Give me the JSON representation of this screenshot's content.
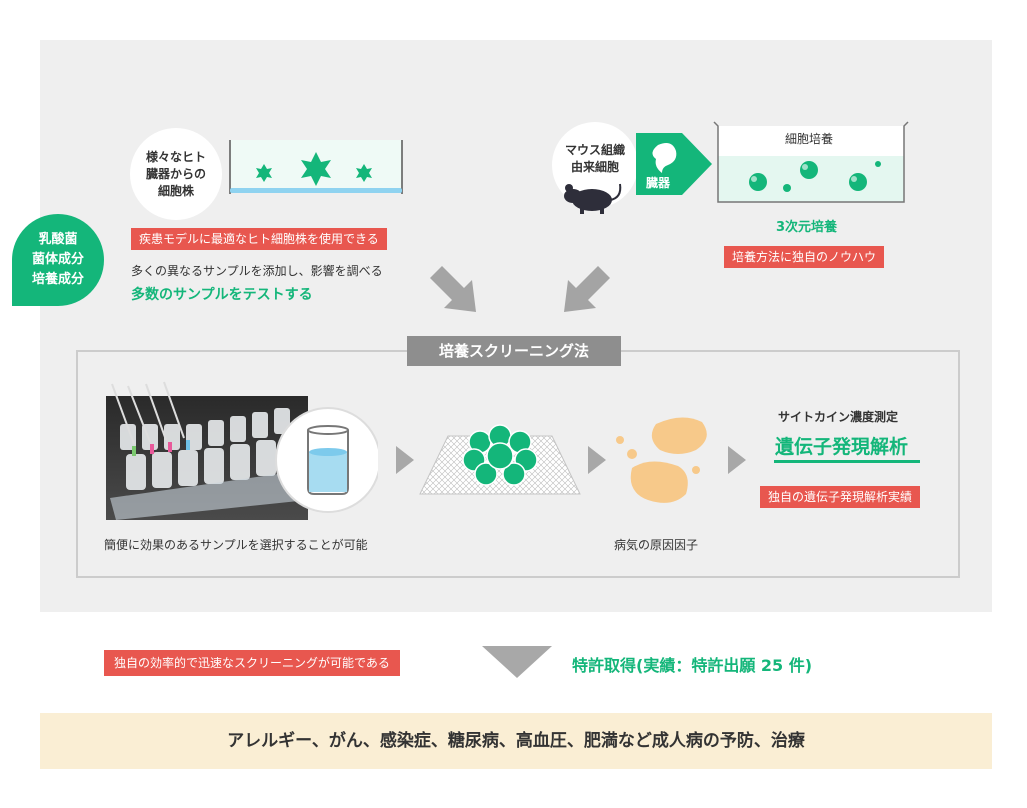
{
  "colors": {
    "accent_green": "#14b67a",
    "label_red": "#e8574f",
    "panel_gray": "#efefef",
    "bottom_beige": "#faeed4"
  },
  "top_left": {
    "circle_lines": [
      "様々なヒト",
      "臓器からの",
      "細胞株"
    ],
    "label": "疾患モデルに最適なヒト細胞株を使用できる",
    "desc": "多くの異なるサンプルを添加し、影響を調べる",
    "highlight": "多数のサンプルをテストする"
  },
  "bubble_lines": [
    "乳酸菌",
    "菌体成分",
    "培養成分"
  ],
  "top_right": {
    "circle_lines": [
      "マウス組織",
      "由来細胞"
    ],
    "arrow_text": "臓器",
    "culture_title": "細胞培養",
    "culture_caption": "3次元培養",
    "label": "培養方法に独自のノウハウ"
  },
  "screening": {
    "title": "培養スクリーニング法",
    "left_caption": "簡便に効果のあるサンプルを選択することが可能",
    "mid_caption": "病気の原因因子",
    "right_top": "サイトカイン濃度測定",
    "right_main": "遺伝子発現解析",
    "right_label": "独自の遺伝子発現解析実績"
  },
  "result": {
    "label": "独自の効率的で迅速なスクリーニングが可能である",
    "patent": "特許取得(実績：特許出願 25 件)"
  },
  "bottom": "アレルギー、がん、感染症、糖尿病、高血圧、肥満など成人病の予防、治療"
}
